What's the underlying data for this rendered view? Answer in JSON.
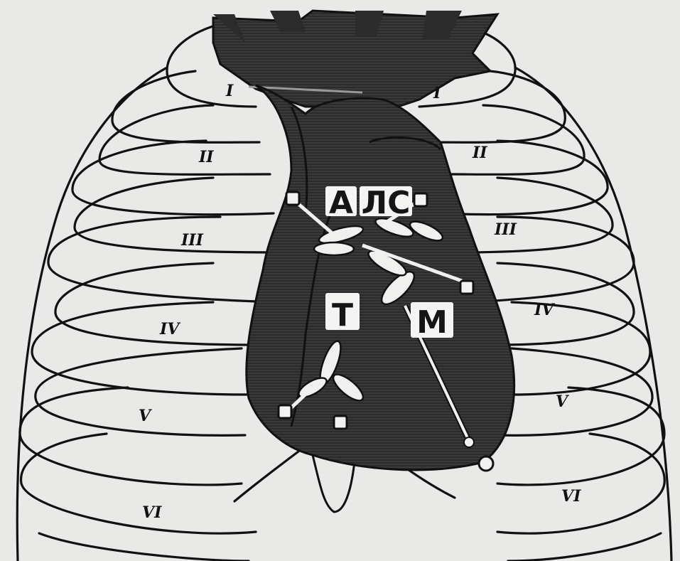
{
  "rib_labels": {
    "right": [
      "I",
      "II",
      "III",
      "IV",
      "V",
      "VI"
    ],
    "left": [
      "I",
      "II",
      "III",
      "IV",
      "V",
      "VI"
    ]
  },
  "valve_labels": {
    "aortic": "А",
    "pulmonary": "ЛС",
    "tricuspid": "Т",
    "mitral": "М"
  },
  "colors": {
    "background": "#e9e9e7",
    "heart_fill": "#2b2b2b",
    "outline": "#111111",
    "marker_fill": "#f2f2f0"
  }
}
